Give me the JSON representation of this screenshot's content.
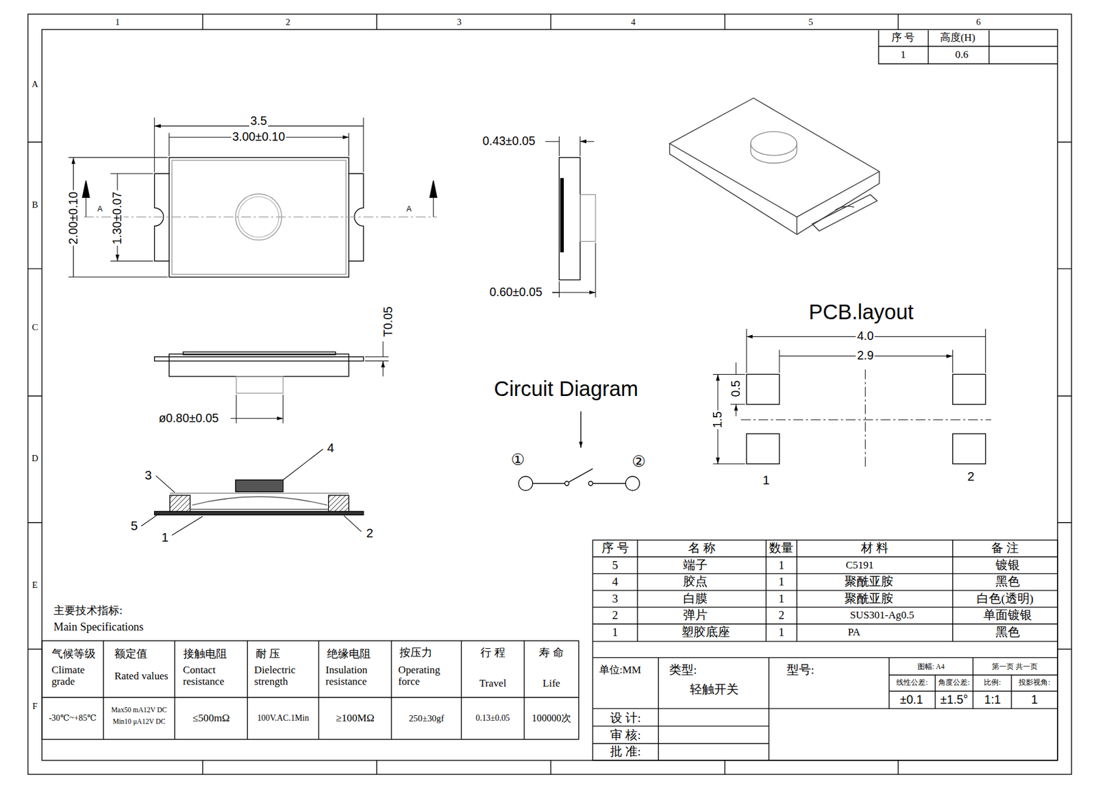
{
  "diagram": {
    "labels": [
      "1",
      "2",
      "3",
      "4",
      "5",
      "6",
      "A",
      "B",
      "C",
      "D",
      "E",
      "F",
      "序 号",
      "高度(H)",
      "1",
      "0.6",
      "3.5",
      "3.00±0.10",
      "2.00±0.10",
      "1.30±0.07",
      "A",
      "A",
      "0.43±0.05",
      "0.60±0.05",
      "T0.05",
      "ø0.80±0.05",
      "4",
      "3",
      "5",
      "1",
      "2",
      "Circuit Diagram",
      "①",
      "②",
      "PCB.layout",
      "4.0",
      "2.9",
      "0.5",
      "1.5",
      "1",
      "2",
      "序 号",
      "名 称",
      "数量",
      "材 料",
      "备 注",
      "5",
      "端子",
      "1",
      "C5191",
      "镀银",
      "4",
      "胶点",
      "1",
      "聚酰亚胺",
      "黑色",
      "3",
      "白膜",
      "1",
      "聚酰亚胺",
      "白色(透明)",
      "2",
      "弹片",
      "2",
      "SUS301-Ag0.5",
      "单面镀银",
      "1",
      "塑胶底座",
      "1",
      "PA",
      "黑色",
      "单位:MM",
      "类型:",
      "轻触开关",
      "型号:",
      "图幅: A4",
      "第一页 共一页",
      "线性公差:",
      "角度公差:",
      "比例:",
      "投影视角:",
      "±0.1",
      "±1.5°",
      "1:1",
      "1",
      "设 计:",
      "审 核:",
      "批 准:",
      "主要技术指标:",
      "Main Specifications",
      "气候等级",
      "Climate grade",
      "额定值",
      "Rated values",
      "接触电阻",
      "Contact resistance",
      "耐 压",
      "Dielectric strength",
      "绝缘电阻",
      "Insulation resistance",
      "按压力",
      "Operating force",
      "行 程",
      "Travel",
      "寿 命",
      "Life",
      "-30℃~+85℃",
      "Max50 mA12V DC",
      "Min10 μA12V DC",
      "≤500mΩ",
      "100V.AC.1Min",
      "≥100MΩ",
      "250±30gf",
      "0.13±0.05",
      "100000次"
    ]
  }
}
